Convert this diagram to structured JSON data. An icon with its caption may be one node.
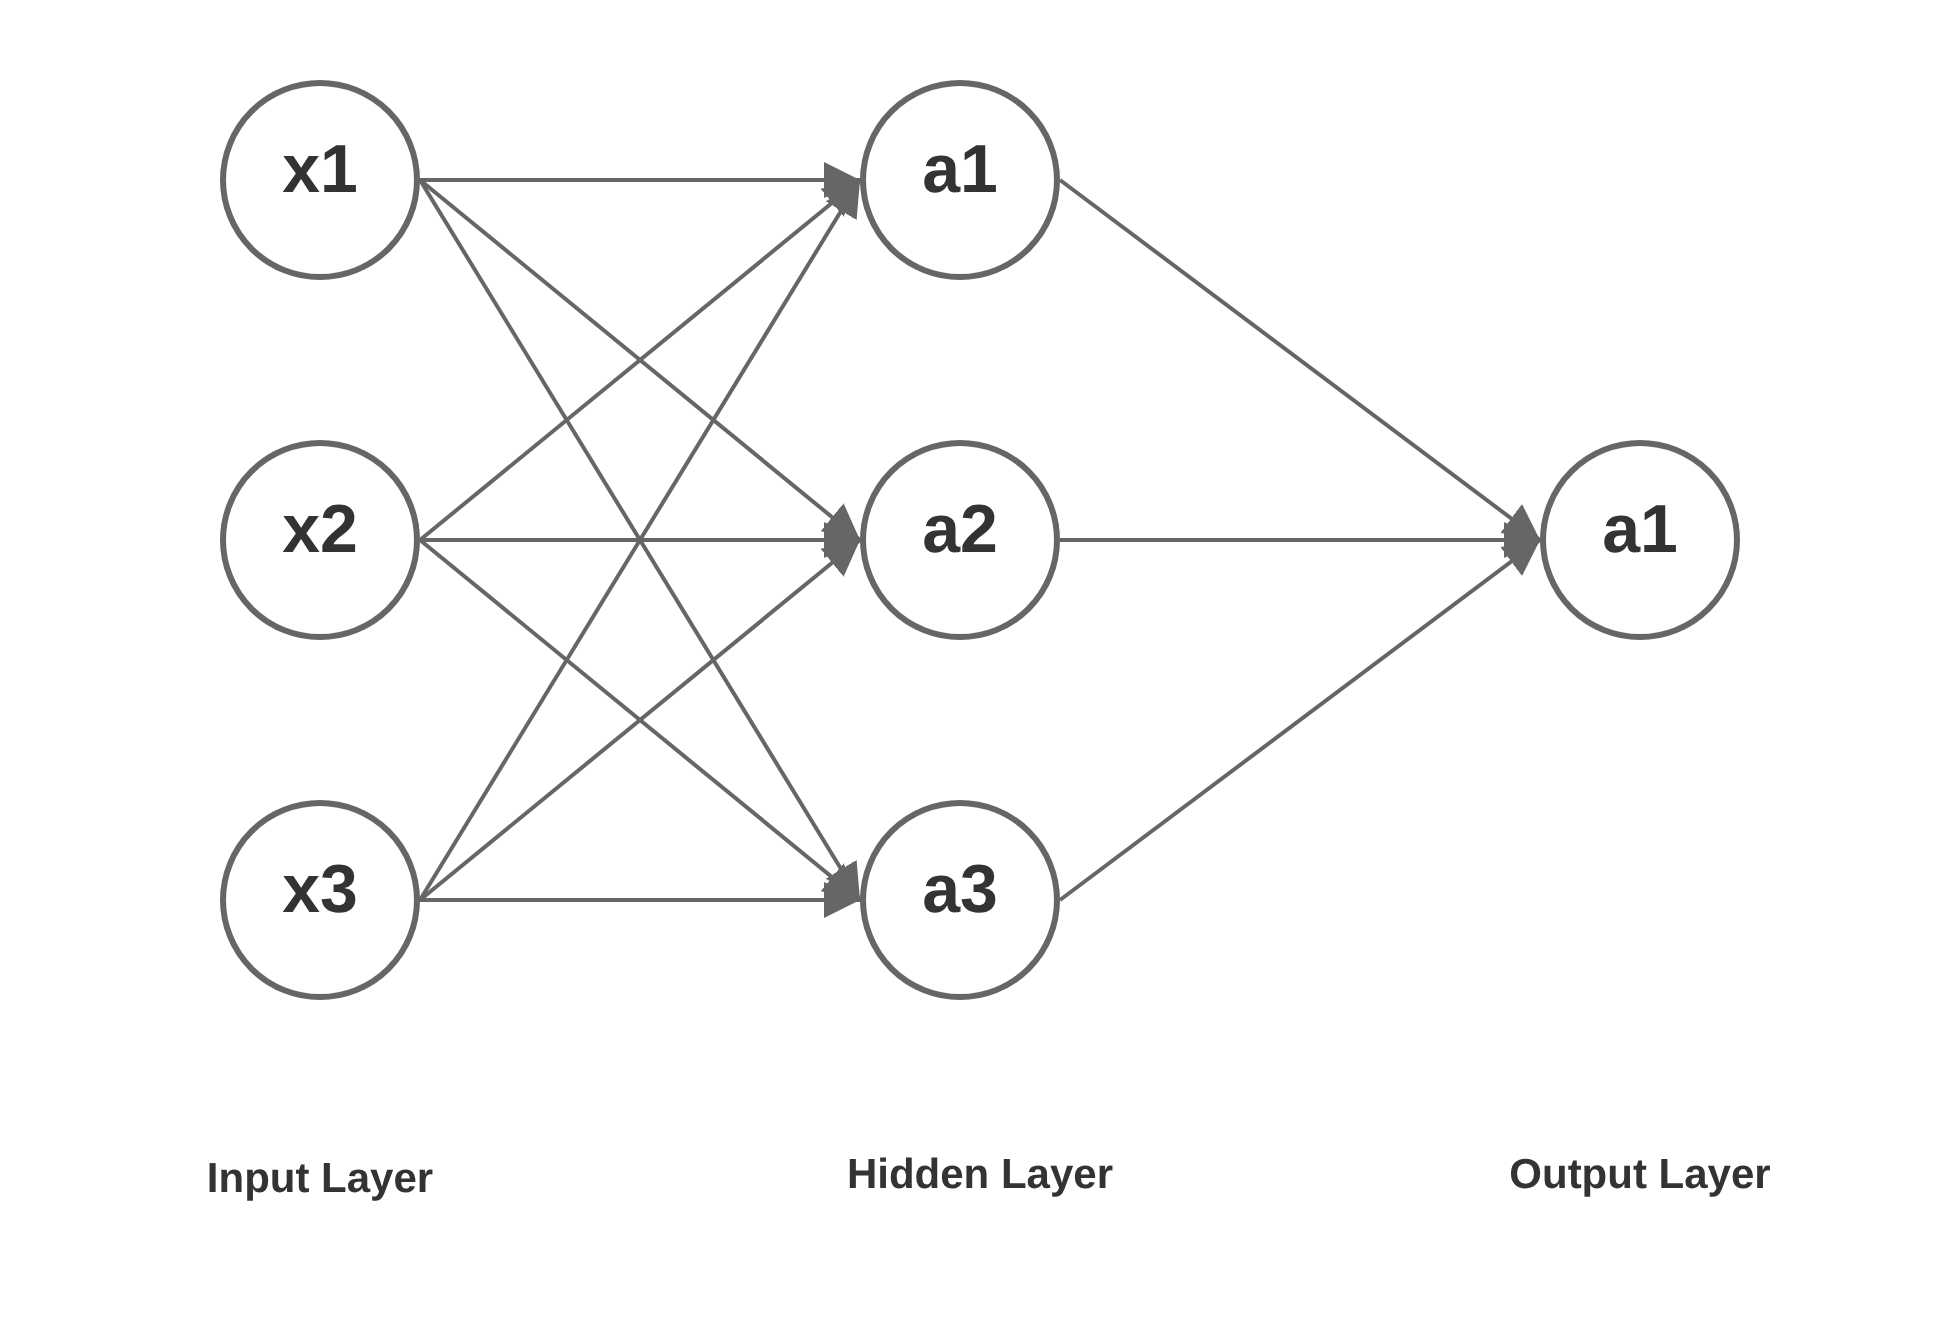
{
  "diagram": {
    "nodes": [
      {
        "text": [
          "x1"
        ]
      },
      {
        "text": [
          "x2"
        ]
      },
      {
        "text": [
          "x3"
        ]
      },
      {
        "text": [
          "a1"
        ]
      },
      {
        "text": [
          "a2"
        ]
      },
      {
        "text": [
          "a3"
        ]
      },
      {
        "text": [
          "a1"
        ]
      }
    ],
    "edges": [
      {
        "from": 0,
        "to": 3,
        "arrow": "to"
      },
      {
        "from": 0,
        "to": 4,
        "arrow": "to"
      },
      {
        "from": 0,
        "to": 5,
        "arrow": "to"
      },
      {
        "from": 1,
        "to": 3,
        "arrow": "to"
      },
      {
        "from": 1,
        "to": 4,
        "arrow": "to"
      },
      {
        "from": 1,
        "to": 5,
        "arrow": "to"
      },
      {
        "from": 2,
        "to": 3,
        "arrow": "to"
      },
      {
        "from": 2,
        "to": 4,
        "arrow": "to"
      },
      {
        "from": 2,
        "to": 5,
        "arrow": "to"
      },
      {
        "from": 3,
        "to": 6,
        "arrow": "to"
      },
      {
        "from": 4,
        "to": 6,
        "arrow": "to"
      },
      {
        "from": 5,
        "to": 6,
        "arrow": "to"
      }
    ],
    "labels": [
      "Input Layer",
      "Hidden Layer",
      "Output Layer"
    ]
  }
}
